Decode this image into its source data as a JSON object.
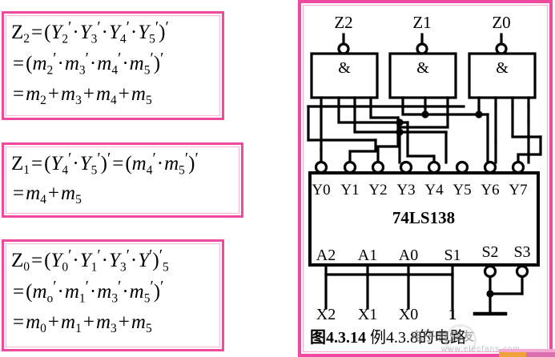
{
  "top_partial_text": "· ·· ·· ·· · ·· ·· ··",
  "formulas": {
    "z2": {
      "lines": [
        "Z₂ = (Y₂′ · Y₃′ · Y₄′ · Y₅′)′",
        "= (m₂′ · m₃′ · m₄′ · m₅′)′",
        "= m₂ + m₃ + m₄ + m₅"
      ],
      "border_color": "#ef4aa0"
    },
    "z1": {
      "lines": [
        "Z₁ = (Y₄′ · Y₅′)′ = (m₄′ · m₅′)′",
        "= m₄ + m₅"
      ],
      "border_color": "#ef4aa0"
    },
    "z0": {
      "lines": [
        "Z₀ = (Y₀′ · Y₁′ · Y₃′ · Y′)₅′",
        "= (m₀′ · m₁′ · m₃′ · m₅′)′",
        "= m₀ + m₁ + m₃ + m₅"
      ],
      "border_color": "#ef4aa0"
    }
  },
  "circuit": {
    "gate_symbol": "&",
    "gates": [
      {
        "output_label": "Z2"
      },
      {
        "output_label": "Z1"
      },
      {
        "output_label": "Z0"
      }
    ],
    "chip": {
      "name": "74LS138",
      "outputs": [
        "Y0",
        "Y1",
        "Y2",
        "Y3",
        "Y4",
        "Y5",
        "Y6",
        "Y7"
      ],
      "inputs": [
        "A2",
        "A1",
        "A0",
        "S1",
        "S2",
        "S3"
      ],
      "input_sources": [
        "X2",
        "X1",
        "X0",
        "1"
      ]
    },
    "ground_symbol": "gnd"
  },
  "caption": {
    "figure_number": "图4.3.14",
    "description": "例4.3.8的电路"
  },
  "watermark": {
    "main": "电子发烧友",
    "sub": "www.elecfans.com"
  }
}
